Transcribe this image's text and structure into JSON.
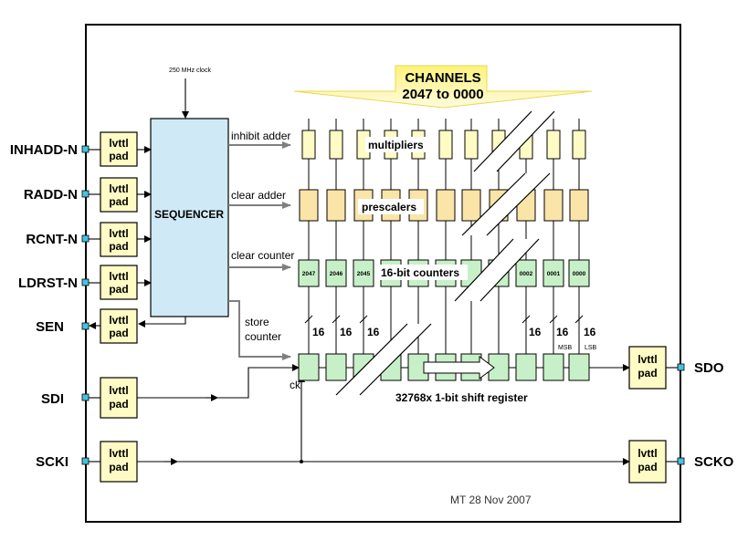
{
  "clock": {
    "label": "250 MHz clock"
  },
  "channels": {
    "line1": "CHANNELS",
    "line2": "2047 to 0000"
  },
  "inputs": [
    {
      "pin": "INHADD-N",
      "pad": [
        "lvttl",
        "pad"
      ]
    },
    {
      "pin": "RADD-N",
      "pad": [
        "lvttl",
        "pad"
      ]
    },
    {
      "pin": "RCNT-N",
      "pad": [
        "lvttl",
        "pad"
      ]
    },
    {
      "pin": "LDRST-N",
      "pad": [
        "lvttl",
        "pad"
      ]
    },
    {
      "pin": "SEN",
      "pad": [
        "lvttl",
        "pad"
      ]
    }
  ],
  "sdi": {
    "pin": "SDI",
    "pad": [
      "lvttl",
      "pad"
    ]
  },
  "scki": {
    "pin": "SCKI",
    "pad": [
      "lvttl",
      "pad"
    ]
  },
  "sdo": {
    "pin": "SDO",
    "pad": [
      "lvttl",
      "pad"
    ]
  },
  "scko": {
    "pin": "SCKO",
    "pad": [
      "lvttl",
      "pad"
    ]
  },
  "sequencer": {
    "label": "SEQUENCER"
  },
  "signals": {
    "inhibit_adder": "inhibit adder",
    "clear_adder": "clear adder",
    "clear_counter": "clear counter",
    "store_counter": [
      "store",
      "counter"
    ]
  },
  "labels": {
    "multipliers": "multipliers",
    "prescalers": "prescalers",
    "counters": "16-bit counters",
    "shift_register": "32768x 1-bit shift register",
    "ck": "ck",
    "msb": "MSB",
    "lsb": "LSB",
    "bus_width": "16",
    "footer": "MT 28 Nov 2007"
  },
  "counter_ids": {
    "c2047": "2047",
    "c2046": "2046",
    "c2045": "2045",
    "c0002": "0002",
    "c0001": "0001",
    "c0000": "0000"
  },
  "colors": {
    "sequencer": "#cfeaf6",
    "pad": "#fffbc4",
    "prescaler": "#fbe4a8",
    "counter": "#c8f0c8",
    "banner": "#fff27a",
    "pin_marker": "#44c4e0"
  }
}
